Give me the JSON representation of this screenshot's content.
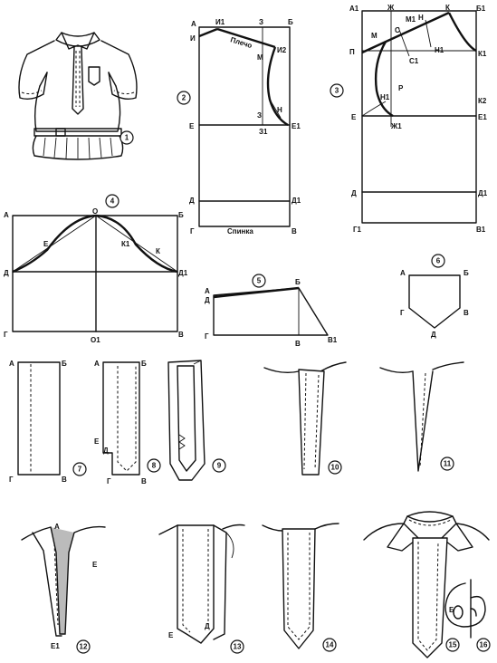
{
  "figures": [
    {
      "id": 1,
      "points": []
    },
    {
      "id": 2,
      "points": [
        "А",
        "И1",
        "З",
        "Б",
        "И",
        "Плечо",
        "М",
        "И2",
        "Е",
        "З",
        "Н",
        "Е1",
        "З1",
        "Д",
        "Д1",
        "Г",
        "В"
      ],
      "caption": "Спинка"
    },
    {
      "id": 3,
      "points": [
        "А1",
        "Ж",
        "К",
        "Б1",
        "П",
        "М",
        "С",
        "М1",
        "Н",
        "С1",
        "Н1",
        "К1",
        "Р",
        "Н1",
        "К2",
        "Е",
        "Ж1",
        "Е1",
        "Д",
        "Д1",
        "Г1",
        "В1"
      ]
    },
    {
      "id": 4,
      "points": [
        "А",
        "О",
        "Б",
        "Е",
        "К1",
        "К",
        "Д",
        "Д1",
        "Г",
        "О1",
        "В"
      ]
    },
    {
      "id": 5,
      "points": [
        "А",
        "Б",
        "Д",
        "Г",
        "В",
        "В1"
      ]
    },
    {
      "id": 6,
      "points": [
        "А",
        "Б",
        "Г",
        "В",
        "Д"
      ]
    },
    {
      "id": 7,
      "points": [
        "А",
        "Б",
        "Г",
        "В"
      ]
    },
    {
      "id": 8,
      "points": [
        "А",
        "Б",
        "Е",
        "Д",
        "Г",
        "В"
      ]
    },
    {
      "id": 9,
      "points": []
    },
    {
      "id": 10,
      "points": []
    },
    {
      "id": 11,
      "points": []
    },
    {
      "id": 12,
      "points": [
        "А",
        "Е",
        "Е1"
      ]
    },
    {
      "id": 13,
      "points": [
        "Е",
        "Д"
      ]
    },
    {
      "id": 14,
      "points": []
    },
    {
      "id": 15,
      "points": []
    },
    {
      "id": 16,
      "points": [
        "Б"
      ]
    }
  ]
}
